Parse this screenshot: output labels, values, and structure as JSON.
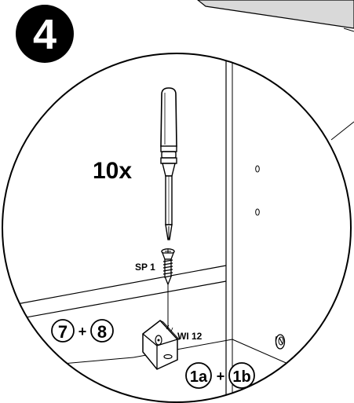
{
  "step": {
    "number": "4"
  },
  "callouts": {
    "quantity": "10x",
    "screw_label": "SP 1",
    "bracket_label": "WI 12",
    "parts_left": {
      "a": "7",
      "plus": "+",
      "b": "8"
    },
    "parts_right": {
      "a": "1a",
      "plus": "+",
      "b": "1b"
    }
  },
  "colors": {
    "line": "#000000",
    "background": "#ffffff",
    "panel_gray": "#d9d9d9",
    "badge": "#000000",
    "badge_text": "#ffffff"
  },
  "icons": {
    "tool": "screwdriver-icon",
    "fastener": "screw-icon",
    "bracket": "corner-bracket-icon",
    "cam": "cam-lock-icon"
  }
}
